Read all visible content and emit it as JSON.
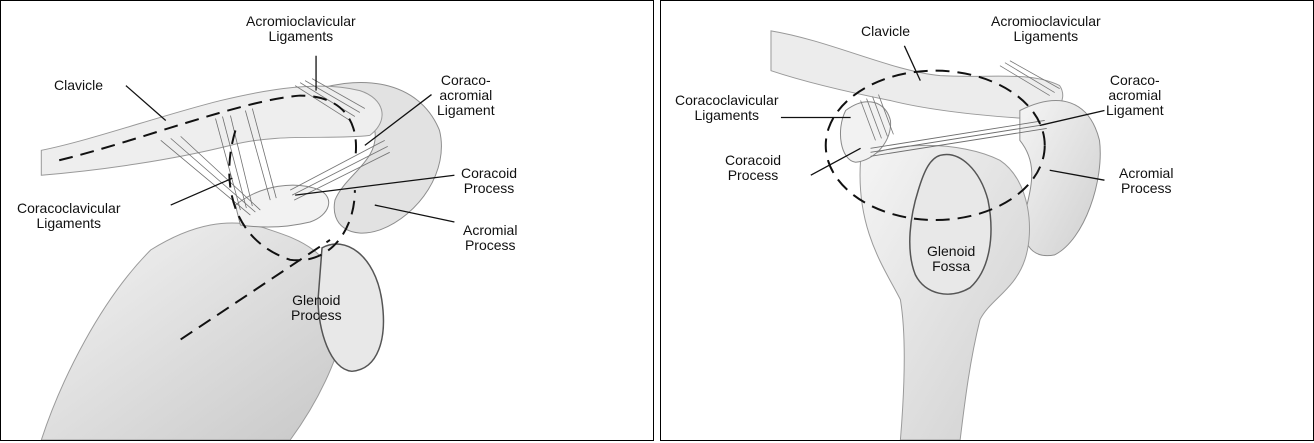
{
  "left_panel": {
    "labels": {
      "acromioclavicular": [
        "Acromioclavicular",
        "Ligaments"
      ],
      "clavicle": [
        "Clavicle"
      ],
      "coraco_acromial": [
        "Coraco-",
        "acromial",
        "Ligament"
      ],
      "coracoid": [
        "Coracoid",
        "Process"
      ],
      "coracoclavicular": [
        "Coracoclavicular",
        "Ligaments"
      ],
      "acromial": [
        "Acromial",
        "Process"
      ],
      "glenoid": [
        "Glenoid",
        "Process"
      ]
    }
  },
  "right_panel": {
    "labels": {
      "clavicle": [
        "Clavicle"
      ],
      "acromioclavicular": [
        "Acromioclavicular",
        "Ligaments"
      ],
      "coraco_acromial": [
        "Coraco-",
        "acromial",
        "Ligament"
      ],
      "coracoclavicular": [
        "Coracoclavicular",
        "Ligaments"
      ],
      "coracoid": [
        "Coracoid",
        "Process"
      ],
      "acromial": [
        "Acromial",
        "Process"
      ],
      "glenoid": [
        "Glenoid",
        "Fossa"
      ]
    }
  },
  "colors": {
    "bone": "#e6e6e6",
    "bone_shadow": "#b5b5b5",
    "line": "#111111"
  }
}
